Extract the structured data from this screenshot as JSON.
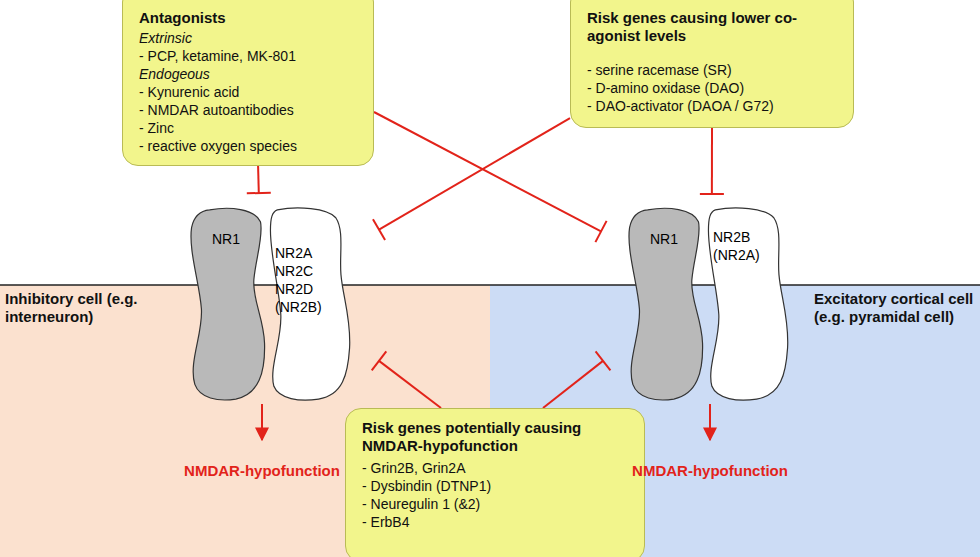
{
  "diagram": {
    "nodes": [
      {
        "text": [
          "Antagonists",
          "Extrinsic",
          "- PCP, ketamine, MK-801",
          "Endogeous",
          "- Kynurenic acid",
          "- NMDAR autoantibodies",
          "- Zinc",
          "- reactive oxygen species"
        ]
      },
      {
        "text": [
          "Risk genes causing lower co-agonist levels",
          "- serine racemase (SR)",
          "- D-amino oxidase (DAO)",
          "- DAO-activator (DAOA / G72)"
        ]
      },
      {
        "text": [
          "NR1"
        ]
      },
      {
        "text": [
          "NR2A NR2C NR2D (NR2B)"
        ]
      },
      {
        "text": [
          "NR1"
        ]
      },
      {
        "text": [
          "NR2B (NR2A)"
        ]
      },
      {
        "text": [
          "Risk genes potentially causing NMDAR-hypofunction",
          "- Grin2B, Grin2A",
          "- Dysbindin (DTNP1)",
          "- Neuregulin 1 (&2)",
          "- ErbB4"
        ]
      }
    ],
    "edges": [
      {
        "from": 0,
        "to": 2,
        "arrow": "to"
      },
      {
        "from": 0,
        "to": 4,
        "arrow": "to"
      },
      {
        "from": 1,
        "to": 3,
        "arrow": "to"
      },
      {
        "from": 1,
        "to": 5,
        "arrow": "to"
      },
      {
        "from": 6,
        "to": 3,
        "arrow": "to"
      },
      {
        "from": 6,
        "to": 4,
        "arrow": "to"
      }
    ],
    "labels": [
      "Inhibitory cell (e.g. interneuron)",
      "Excitatory cortical cell (e.g. pyramidal cell)",
      "NMDAR-hypofunction",
      "NMDAR-hypofunction"
    ]
  }
}
